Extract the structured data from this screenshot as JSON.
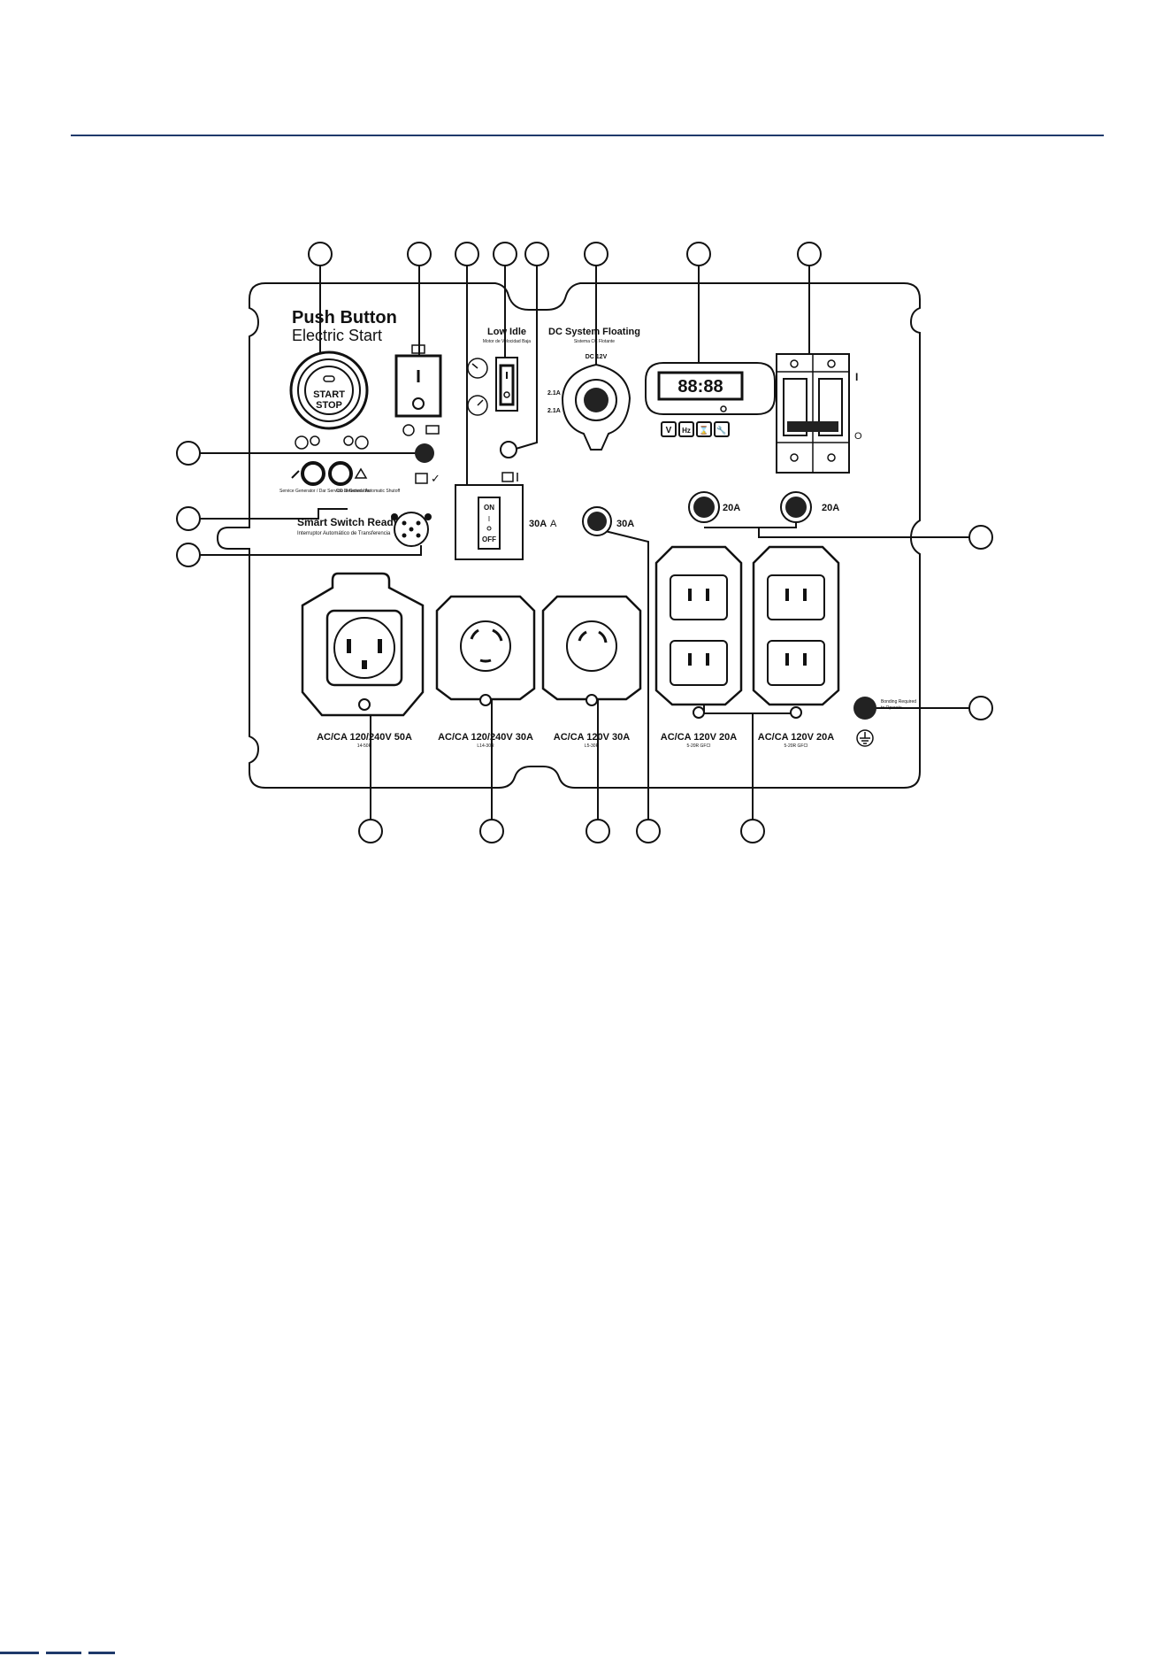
{
  "panel": {
    "start_title_1": "Push Button",
    "start_title_2": "Electric Start",
    "start_button_1": "START",
    "start_button_2": "STOP",
    "low_idle": "Low Idle",
    "low_idle_sub": "Motor de Velocidad Baja",
    "dc_title": "DC System Floating",
    "dc_sub": "Sistema CC Flotante",
    "dc_voltage": "DC 12V",
    "usb_1": "2.1A",
    "usb_2": "2.1A",
    "meter_readout": "88:88",
    "meter_keys": [
      "V",
      "Hz",
      "⌛",
      "🔧"
    ],
    "smart_switch": "Smart Switch Ready",
    "smart_switch_sub": "Interruptor Automático de Transferencia",
    "service_text": "Service Generator / Dar Servicio al Generador",
    "co_text": "CO Detected / Automatic Shutoff",
    "breaker_on": "ON",
    "breaker_i": "I",
    "breaker_off": "OFF",
    "label_30a_breaker": "30A",
    "label_30a_outlet": "30A",
    "label_20a_1": "20A",
    "label_20a_2": "20A",
    "main_breaker_on": "I",
    "main_breaker_off": "O",
    "ground_text_1": "Bonding Required",
    "ground_text_2": "to Operate",
    "outlets": [
      {
        "label": "AC/CA 120/240V 50A",
        "sub": "14-50R"
      },
      {
        "label": "AC/CA 120/240V 30A",
        "sub": "L14-30R"
      },
      {
        "label": "AC/CA 120V 30A",
        "sub": "L5-30R"
      },
      {
        "label": "AC/CA 120V 20A",
        "sub": "5-20R GFCI"
      },
      {
        "label": "AC/CA 120V 20A",
        "sub": "5-20R GFCI"
      }
    ]
  },
  "colors": {
    "rule": "#1f3a6b",
    "ink": "#111111"
  }
}
